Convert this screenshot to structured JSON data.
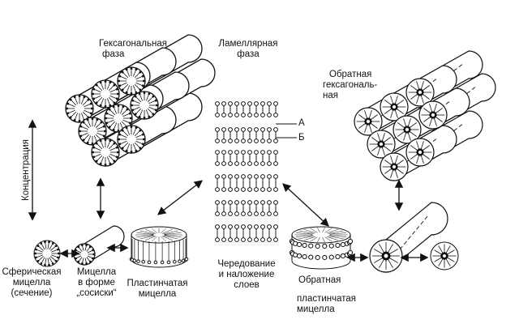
{
  "labels": {
    "hexagonal": [
      "Гексагональная",
      "фаза"
    ],
    "lamellar": [
      "Ламеллярная",
      "фаза"
    ],
    "inverse_hexagonal": [
      "Обратная",
      "гексагональ-",
      "ная"
    ],
    "concentration": "Концентрация",
    "marker_a": "А",
    "marker_b": "Б",
    "spherical_micelle": [
      "Сферическая",
      "мицелла",
      "(сечение)"
    ],
    "sausage_micelle": [
      "Мицелла",
      "в форме",
      "„сосиски“"
    ],
    "lamellar_micelle": [
      "Пластинчатая",
      "мицелла"
    ],
    "alternation": [
      "Чередование",
      "и наложение",
      "слоев"
    ],
    "inverse_lamellar": [
      "Обратная",
      "пластинчатая",
      "мицелла"
    ]
  },
  "colors": {
    "ink": "#111111",
    "paper": "#ffffff"
  }
}
